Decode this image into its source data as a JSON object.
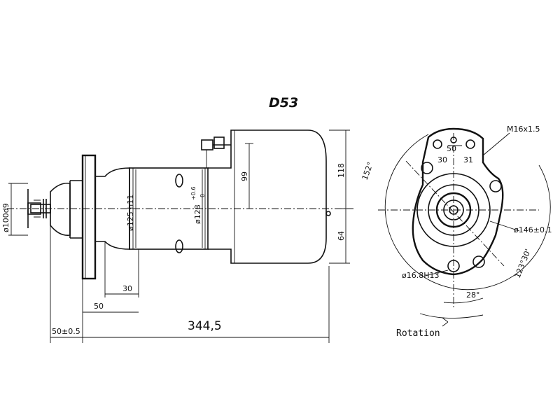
{
  "title": "D53",
  "side_view": {
    "dims": {
      "d_100": "ø100d9",
      "d_125": "ø125 h11",
      "d_128": "ø128",
      "d_128_tol": "+0.6",
      "d_128_tol2": "0",
      "h_99": "99",
      "h_118": "118",
      "h_64": "64",
      "w_30": "30",
      "w_50": "50",
      "w_50_tol": "50±0.5",
      "length": "344,5"
    }
  },
  "end_view": {
    "labels": {
      "thread": "M16x1.5",
      "term_50": "50",
      "term_30": "30",
      "term_31": "31",
      "angle_152": "152°",
      "d_146": "ø146±0.1",
      "hole": "ø16.8H13",
      "angle_123": "123°30'",
      "angle_28": "28°",
      "rotation": "Rotation"
    }
  }
}
